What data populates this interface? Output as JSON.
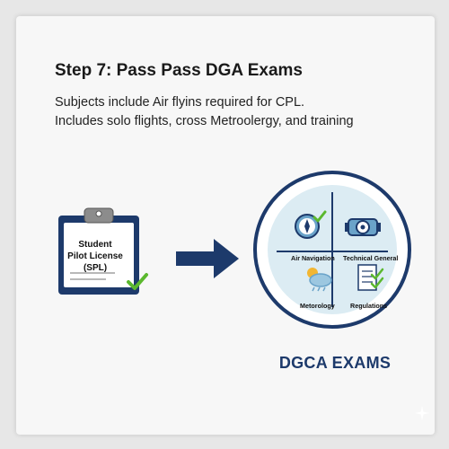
{
  "step": {
    "title": "Step 7: Pass Pass DGA Exams",
    "description_lines": [
      "Subjects include Air flyins required for CPL.",
      "Includes solo flights, cross Metroolergy, and training"
    ]
  },
  "clipboard": {
    "icon": "clipboard-icon",
    "lines": [
      "Student",
      "Pilot License",
      "(SPL)"
    ],
    "check_icon": "checkmark-icon"
  },
  "arrow": {
    "icon": "right-arrow-icon"
  },
  "exams": {
    "caption": "DGCA EXAMS",
    "subjects": [
      {
        "label": "Air Navigation",
        "icon": "compass-icon"
      },
      {
        "label": "Technical General",
        "icon": "engine-icon"
      },
      {
        "label": "Metorology",
        "icon": "weather-cloud-icon"
      },
      {
        "label": "Regulations",
        "icon": "document-checklist-icon"
      }
    ]
  },
  "colors": {
    "navy": "#1d3a6b",
    "check_green": "#5bb82e",
    "circle_fill": "#dcecf3",
    "icon_blue": "#6aa3c9"
  }
}
